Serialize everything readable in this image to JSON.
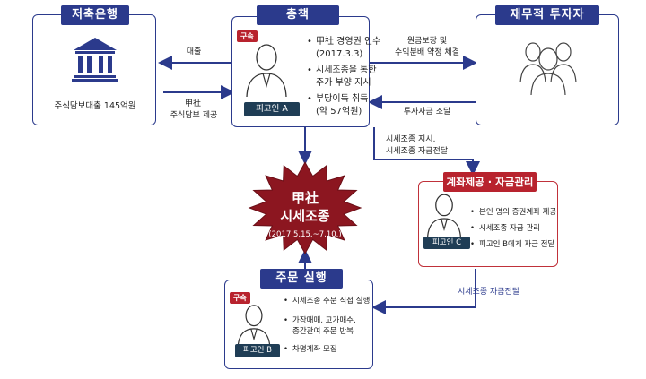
{
  "bank": {
    "title": "저축은행",
    "caption": "주식담보대출 145억원",
    "icon": "bank-building-icon"
  },
  "center": {
    "title": "총책",
    "badge": "구속",
    "person_label": "피고인 A",
    "bullets": [
      "甲社 경영권 인수",
      "(2017.3.3)",
      "시세조종을 통한",
      "주가 부양 지시",
      "부당이득 취득",
      "(약 57억원)"
    ]
  },
  "investor": {
    "title": "재무적 투자자",
    "icon": "investor-group-icon"
  },
  "arrows": {
    "loan": "대출",
    "collateral_1": "甲社",
    "collateral_2": "주식담보 제공",
    "guarantee_1": "원금보장 및",
    "guarantee_2": "수익분배 약정 체결",
    "funding": "투자자금 조달",
    "instruct_1": "시세조종 지시,",
    "instruct_2": "시세조종 자금전달",
    "transfer": "시세조종 자금전달"
  },
  "burst": {
    "line1": "甲社",
    "line2": "시세조종",
    "period": "(2017.5.15.~7.10.)",
    "color": "#8c1620"
  },
  "account": {
    "title": "계좌제공 · 자금관리",
    "person_label": "피고인 C",
    "bullets": [
      "본인 명의 증권계좌 제공",
      "시세조종 자금 관리",
      "피고인 B에게 자금 전달"
    ]
  },
  "order": {
    "title": "주문 실행",
    "badge": "구속",
    "person_label": "피고인 B",
    "bullets": [
      "시세조종 주문 직접 실행",
      "가장매매, 고가매수,",
      "종간관여 주문 반복",
      "차명계좌 모집"
    ]
  },
  "colors": {
    "navy": "#2b3a8c",
    "red": "#b8232e"
  }
}
